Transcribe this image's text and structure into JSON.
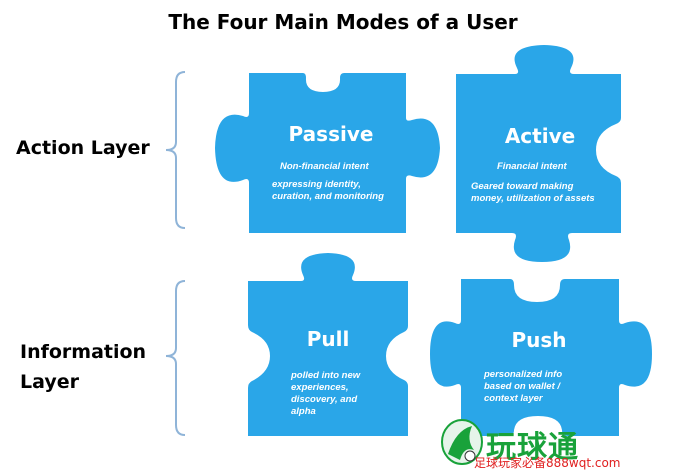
{
  "title": "The Four Main Modes of a User",
  "layers": [
    {
      "label_line1": "Action Layer",
      "label_line2": ""
    },
    {
      "label_line1": "Information",
      "label_line2": "Layer"
    }
  ],
  "pieces": {
    "passive": {
      "title": "Passive",
      "line1": "Non-financial intent",
      "line2": "expressing identity,",
      "line3": "curation, and monitoring"
    },
    "active": {
      "title": "Active",
      "line1": "Financial intent",
      "line2": "Geared toward making",
      "line3": "money, utilization of assets"
    },
    "pull": {
      "title": "Pull",
      "line1": "polled into new",
      "line2": "experiences,",
      "line3": "discovery, and",
      "line4": "alpha"
    },
    "push": {
      "title": "Push",
      "line1": "personalized info",
      "line2": "based on wallet /",
      "line3": "context layer"
    }
  },
  "colors": {
    "piece": "#2aa6e8",
    "bracket": "#8fb4d8"
  },
  "watermark": {
    "logo_text": "玩球通",
    "sub_text": "足球玩家必备888wqt.com"
  }
}
